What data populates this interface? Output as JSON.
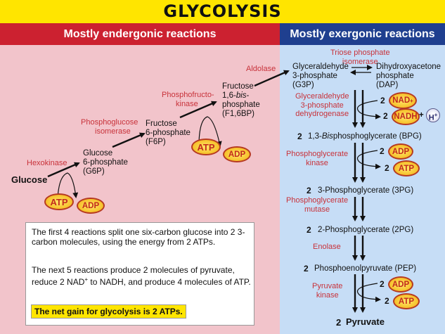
{
  "title": "GLYCOLYSIS",
  "headers": {
    "left": "Mostly endergonic reactions",
    "right": "Mostly exergonic reactions"
  },
  "left": {
    "glucose": "Glucose",
    "hexokinase": "Hexokinase",
    "g6p": [
      "Glucose",
      "6-phosphate",
      "(G6P)"
    ],
    "phosphoglucose_isomerase": [
      "Phosphoglucose",
      "isomerase"
    ],
    "f6p": [
      "Fructose",
      "6-phosphate",
      "(F6P)"
    ],
    "phosphofructokinase": [
      "Phosphofructo-",
      "kinase"
    ],
    "f16bp": [
      "Fructose",
      "1,6-",
      "bis",
      "-",
      "phosphate",
      "(F1,6BP)"
    ],
    "aldolase": "Aldolase",
    "atp": "ATP",
    "adp": "ADP"
  },
  "right": {
    "triose_isomerase": [
      "Triose phosphate",
      "isomerase"
    ],
    "g3p": [
      "Glyceraldehyde",
      "3-phosphate",
      "(G3P)"
    ],
    "dap": [
      "Dihydroxyacetone",
      "phosphate",
      "(DAP)"
    ],
    "g3p_dehydrogenase": [
      "Glyceraldehyde",
      "3-phosphate",
      "dehydrogenase"
    ],
    "nad": "NAD",
    "nad_sup": "+",
    "nadh": "NADH",
    "plus": "+",
    "h": "H",
    "h_sup": "+",
    "two": "2",
    "bpg": [
      "1,3-",
      "Bis",
      "phosphoglycerate (BPG)"
    ],
    "pg_kinase": [
      "Phosphoglycerate",
      "kinase"
    ],
    "pg3": "3-Phosphoglycerate (3PG)",
    "pg_mutase": [
      "Phosphoglycerate",
      "mutase"
    ],
    "pg2": "2-Phosphoglycerate (2PG)",
    "enolase": "Enolase",
    "pep": "Phosphoenolpyruvate (PEP)",
    "pyruvate_kinase": [
      "Pyruvate",
      "kinase"
    ],
    "pyruvate": "Pyruvate",
    "atp": "ATP",
    "adp": "ADP"
  },
  "info": {
    "p1": "The first 4 reactions split one six-carbon glucose into 2 3-carbon molecules, using the energy from 2 ATPs.",
    "p2a": "The next 5 reactions produce 2 molecules of pyruvate, reduce 2 NAD",
    "p2sup": "+",
    "p2b": " to NADH, and produce 4 molecules of ATP.",
    "net_gain": "The net gain for glycolysis is 2 ATPs."
  },
  "colors": {
    "title_bg": "#ffe500",
    "left_header": "#cc2130",
    "right_header": "#1f3f8f",
    "left_panel": "#f2c4cb",
    "right_panel": "#c6ddf6",
    "enzyme_text": "#c8323a"
  }
}
